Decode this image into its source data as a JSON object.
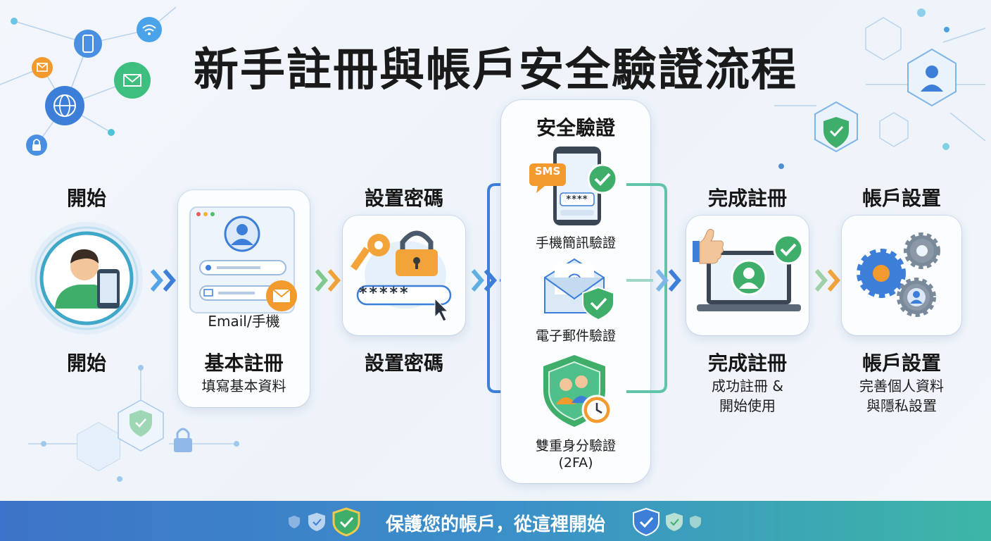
{
  "title": "新手註冊與帳戶安全驗證流程",
  "steps": {
    "start": {
      "top_label": "開始",
      "bottom_label": "開始"
    },
    "register": {
      "card_text": "Email/手機",
      "label": "基本註冊",
      "desc": "填寫基本資料"
    },
    "password": {
      "top_label": "設置密碼",
      "label": "設置密碼",
      "masked": "*****"
    },
    "security": {
      "title": "安全驗證",
      "methods": [
        {
          "label": "手機簡訊驗證",
          "badge": "SMS",
          "code": "****"
        },
        {
          "label": "電子郵件驗證"
        },
        {
          "label": "雙重身分驗證",
          "label2": "(2FA)"
        }
      ]
    },
    "complete": {
      "top_label": "完成註冊",
      "label": "完成註冊",
      "desc1": "成功註冊 &",
      "desc2": "開始使用"
    },
    "account": {
      "top_label": "帳戶設置",
      "label": "帳戶設置",
      "desc1": "完善個人資料",
      "desc2": "與隱私設置"
    }
  },
  "footer": {
    "slogan": "保護您的帳戶，從這裡開始"
  },
  "colors": {
    "blue": "#3d7fd8",
    "green": "#3fae6a",
    "orange": "#f29a2e",
    "teal": "#3fb6a6"
  },
  "icons": [
    "mail-icon",
    "phone-icon",
    "wifi-icon",
    "globe-icon",
    "lock-icon",
    "user-icon",
    "shield-check-icon",
    "key-icon",
    "padlock-icon",
    "cursor-icon",
    "thumbs-up-icon",
    "laptop-icon",
    "gear-icon",
    "clock-icon"
  ]
}
